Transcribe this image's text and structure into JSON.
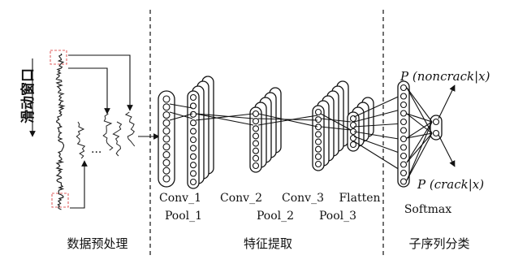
{
  "sections": {
    "preprocess": "数据预处理",
    "extraction": "特征提取",
    "classify": "子序列分类"
  },
  "window_label": "滑动窗口",
  "ellipsis": "...",
  "layers": {
    "conv1": "Conv_1",
    "pool1": "Pool_1",
    "conv2": "Conv_2",
    "pool2": "Pool_2",
    "conv3": "Conv_3",
    "pool3": "Pool_3",
    "flatten": "Flatten",
    "softmax": "Softmax"
  },
  "outputs": {
    "noncrack": "P (noncrack|x)",
    "crack": "P (crack|x)"
  },
  "colors": {
    "window_box": "#e06060",
    "highlight_blue": "#4a90c8",
    "highlight_orange": "#e07020"
  }
}
